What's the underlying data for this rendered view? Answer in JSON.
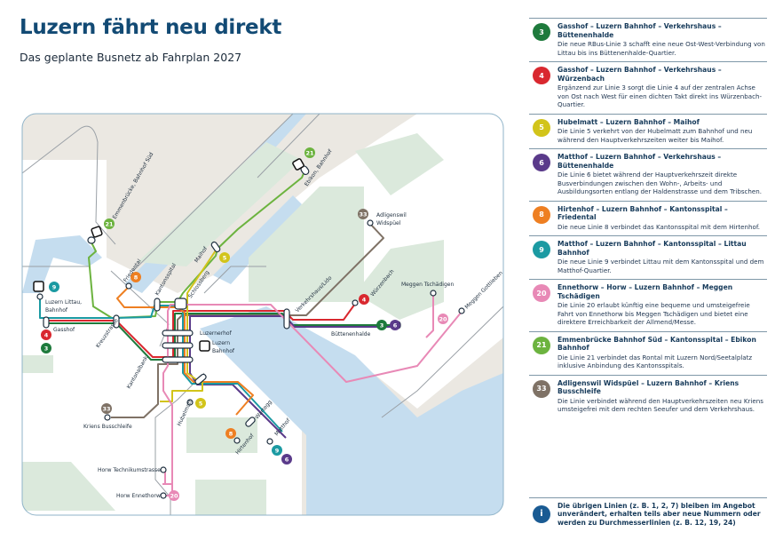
{
  "header": {
    "title": "Luzern fährt neu direkt",
    "subtitle": "Das geplante Busnetz ab Fahrplan 2027"
  },
  "colors": {
    "line_3": "#1e7a3c",
    "line_4": "#d9282f",
    "line_5": "#d2c41a",
    "line_6": "#5a3a8a",
    "line_8": "#ee7f22",
    "line_9": "#1b9aa2",
    "line_20": "#e889b6",
    "line_21": "#6cb33f",
    "line_33": "#7f7266",
    "info": "#1a5b93",
    "water": "#c5ddef",
    "park": "#dbe9dc",
    "ground": "#ebe8e2"
  },
  "map": {
    "stops": {
      "emmenbruecke": "Emmenbrücke, Bahnhof Süd",
      "ebikon": "Ebikon, Bahnhof",
      "friedental": "Friedental",
      "maihof": "Maihof",
      "kantonsspital": "Kantonsspital",
      "schlossberg": "Schlossberg",
      "littau_1": "Luzern Littau,",
      "littau_2": "Bahnhof",
      "gasshof": "Gasshof",
      "kreuzstrasse": "Kreuzstrasse",
      "luzernerhof": "Luzernerhof",
      "bahnhof_1": "Luzern",
      "bahnhof_2": "Bahnhof",
      "kantonalbank": "Kantonalbank",
      "adligenswil_1": "Adligenswil",
      "adligenswil_2": "Widspüel",
      "verkehrshaus": "Verkehrshaus/Lido",
      "wuerzenbach": "Würzenbach",
      "buettenenhalde": "Büttenenhalde",
      "meggen_tschaedigen": "Meggen Tschädigen",
      "meggen_gottlieben": "Meggen Gottlieben",
      "kriens": "Kriens Busschleife",
      "hubelmatt": "Hubelmatt",
      "wartegg": "Wartegg",
      "hirtenhof": "Hirtenhof",
      "matthof": "Matthof",
      "horw_technikum": "Horw Technikumstrasse",
      "horw_ennethorw": "Horw Ennethorw"
    },
    "badges": {
      "b3": "3",
      "b4": "4",
      "b5": "5",
      "b6": "6",
      "b8": "8",
      "b9": "9",
      "b20": "20",
      "b21": "21",
      "b33": "33"
    },
    "icons": [
      "train-station-icon"
    ]
  },
  "legend": [
    {
      "number": "3",
      "color": "#1e7a3c",
      "title": "Gasshof – Luzern Bahnhof – Verkehrshaus – Büttenenhalde",
      "desc": "Die neue RBus-Linie 3 schafft eine neue Ost-West-Verbindung von Littau bis ins Büttenenhalde-Quartier."
    },
    {
      "number": "4",
      "color": "#d9282f",
      "title": "Gasshof – Luzern Bahnhof – Verkehrshaus – Würzenbach",
      "desc": "Ergänzend zur Linie 3 sorgt die Linie 4 auf der zentralen Achse von Ost nach West für einen dichten Takt direkt ins Würzenbach-Quartier."
    },
    {
      "number": "5",
      "color": "#d2c41a",
      "title": "Hubelmatt – Luzern Bahnhof – Maihof",
      "desc": "Die Linie 5 verkehrt von der Hubelmatt zum Bahnhof und neu während den Hauptverkehrszeiten weiter bis Maihof."
    },
    {
      "number": "6",
      "color": "#5a3a8a",
      "title": "Matthof – Luzern Bahnhof – Verkehrshaus – Büttenenhalde",
      "desc": "Die Linie 6 bietet während der Hauptverkehrszeit direkte Busverbindungen zwischen den Wohn-, Arbeits- und Ausbildungsorten entlang der Haldenstrasse und dem Tribschen."
    },
    {
      "number": "8",
      "color": "#ee7f22",
      "title": "Hirtenhof – Luzern Bahnhof – Kantonsspital – Friedental",
      "desc": "Die neue Linie 8 verbindet das Kantonsspital mit dem Hirtenhof."
    },
    {
      "number": "9",
      "color": "#1b9aa2",
      "title": "Matthof – Luzern Bahnhof – Kantonsspital – Littau Bahnhof",
      "desc": "Die neue Linie 9 verbindet Littau mit dem Kantonsspital und dem Matthof-Quartier."
    },
    {
      "number": "20",
      "color": "#e889b6",
      "title": "Ennethorw – Horw – Luzern Bahnhof – Meggen Tschädigen",
      "desc": "Die Linie 20 erlaubt künftig eine bequeme und umsteigefreie Fahrt von Ennethorw bis Meggen Tschädigen und bietet eine direktere Erreichbarkeit der Allmend/Messe."
    },
    {
      "number": "21",
      "color": "#6cb33f",
      "title": "Emmenbrücke Bahnhof Süd – Kantonsspital – Ebikon Bahnhof",
      "desc": "Die Linie 21 verbindet das Rontal mit Luzern Nord/Seetalplatz inklusive Anbindung des Kantonsspitals."
    },
    {
      "number": "33",
      "color": "#7f7266",
      "title": "Adligenswil Widspüel – Luzern Bahnhof – Kriens Busschleife",
      "desc": "Die Linie verbindet während den Hauptverkehrszeiten neu Kriens umsteigefrei mit dem rechten Seeufer und dem Verkehrshaus."
    },
    {
      "number": "i",
      "color": "#1a5b93",
      "title": "Die übrigen Linien (z. B. 1, 2, 7) bleiben im Angebot unverändert, erhalten teils aber neue Nummern oder werden zu Durchmesserlinien (z. B. 12, 19, 24)",
      "desc": ""
    }
  ]
}
